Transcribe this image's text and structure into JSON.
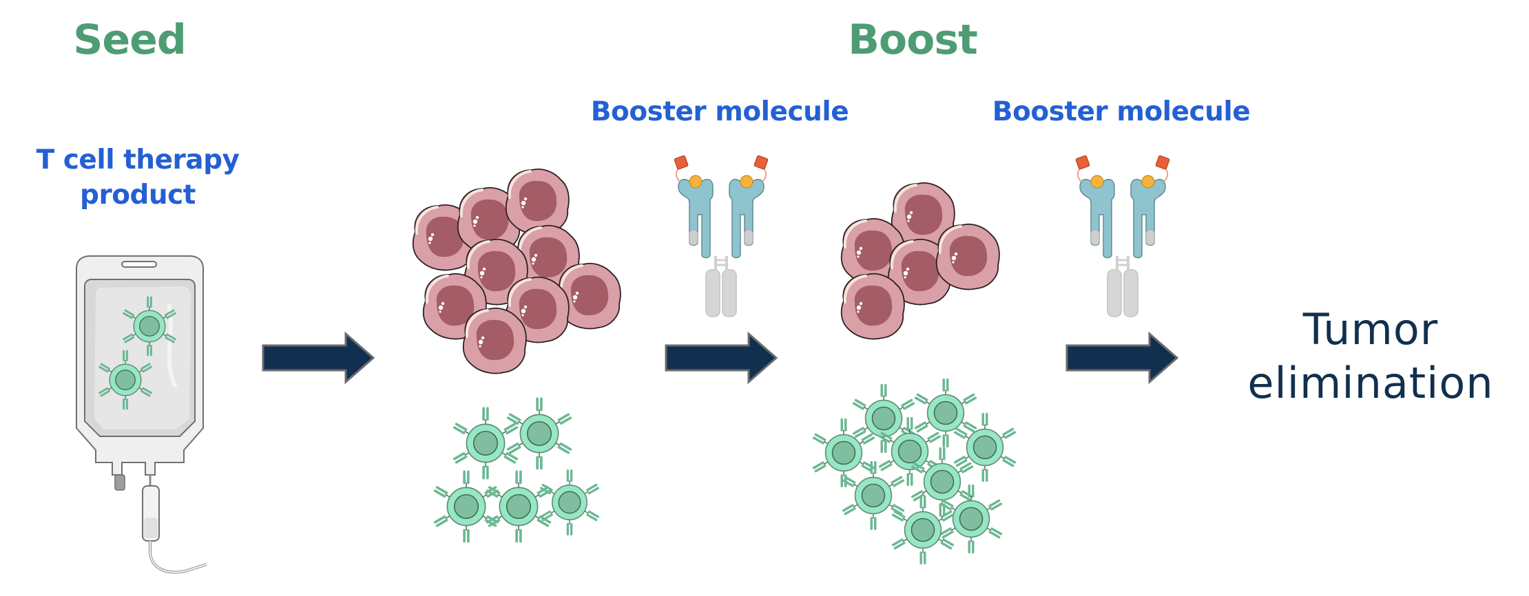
{
  "colors": {
    "stage_title": "#4E9C74",
    "sub_label": "#2460D4",
    "arrow_fill": "#11304F",
    "arrow_stroke": "#6B6B6B",
    "outcome_text": "#11304F",
    "tumor_cytoplasm": "#D9A0A8",
    "tumor_nucleus": "#A45C66",
    "tumor_highlight": "#F5E6D8",
    "tcell_membrane": "#97E6C4",
    "tcell_nucleus": "#7FBF9F",
    "tcell_receptor": "#6CB893",
    "antibody_fab": "#8FC3CE",
    "antibody_light": "#CFCFCF",
    "antibody_fc": "#D6D6D6",
    "antigen_ball": "#F3B33D",
    "payload_square": "#E8603A"
  },
  "stages": {
    "seed": {
      "title": "Seed",
      "label_line1": "T cell therapy",
      "label_line2": "product"
    },
    "boost": {
      "title": "Boost",
      "booster_1": "Booster molecule",
      "booster_2": "Booster molecule"
    }
  },
  "outcome": {
    "line1": "Tumor",
    "line2": "elimination"
  },
  "illustrations": {
    "iv_bag": "iv-bag-with-t-cells",
    "tumor_cluster_1": "tumor-cell-cluster-large",
    "tcell_cluster_1": "t-cell-cluster-small",
    "antibody_1": "bispecific-booster-antibody",
    "tumor_cluster_2": "tumor-cell-cluster-small",
    "tcell_cluster_2": "t-cell-cluster-large",
    "antibody_2": "bispecific-booster-antibody"
  },
  "arrows": [
    "arrow-right",
    "arrow-right",
    "arrow-right"
  ]
}
